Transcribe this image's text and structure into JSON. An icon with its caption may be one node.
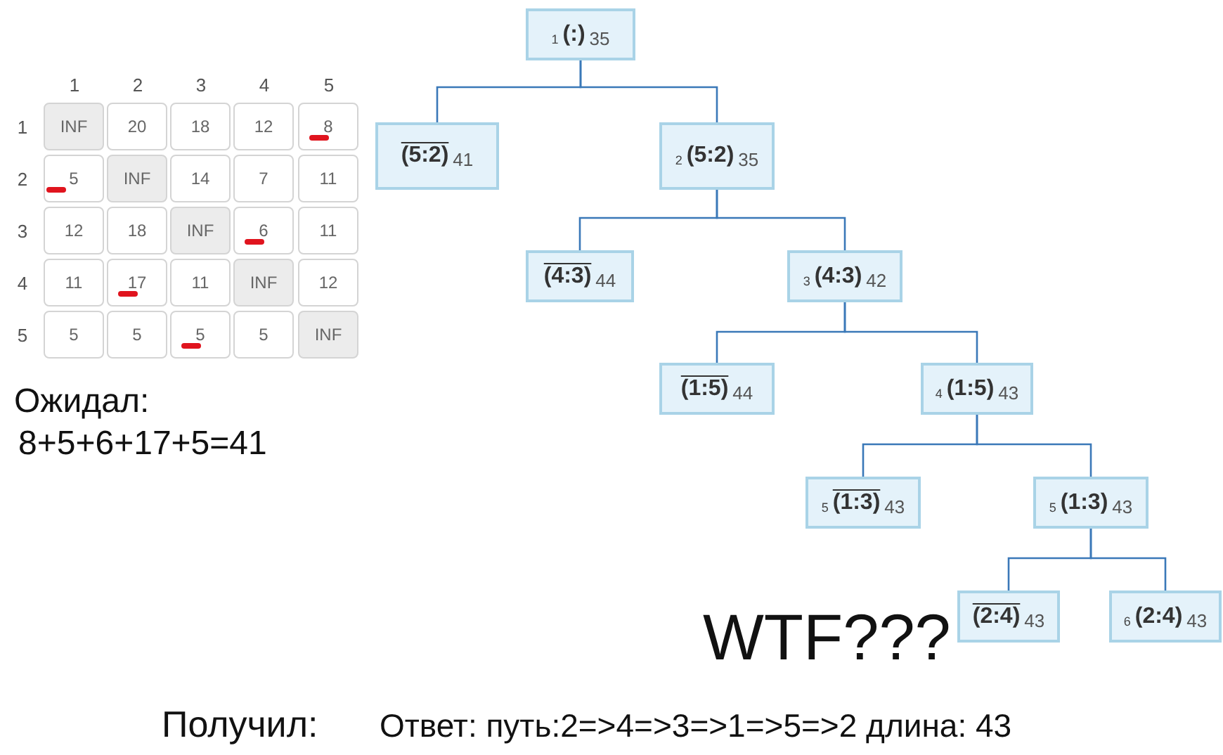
{
  "diagram": {
    "nodes": [
      {
        "text": [
          "1",
          "(:)",
          "35"
        ]
      },
      {
        "text": [
          "(5:2)",
          "41"
        ]
      },
      {
        "text": [
          "2",
          "(5:2)",
          "35"
        ]
      },
      {
        "text": [
          "(4:3)",
          "44"
        ]
      },
      {
        "text": [
          "3",
          "(4:3)",
          "42"
        ]
      },
      {
        "text": [
          "(1:5)",
          "44"
        ]
      },
      {
        "text": [
          "4",
          "(1:5)",
          "43"
        ]
      },
      {
        "text": [
          "5",
          "(1:3)",
          "43"
        ]
      },
      {
        "text": [
          "5",
          "(1:3)",
          "43"
        ]
      },
      {
        "text": [
          "(2:4)",
          "43"
        ]
      },
      {
        "text": [
          "6",
          "(2:4)",
          "43"
        ]
      }
    ],
    "edges": [
      {
        "from": 0,
        "to": 1,
        "arrow": "none"
      },
      {
        "from": 0,
        "to": 2,
        "arrow": "none"
      },
      {
        "from": 2,
        "to": 3,
        "arrow": "none"
      },
      {
        "from": 2,
        "to": 4,
        "arrow": "none"
      },
      {
        "from": 4,
        "to": 5,
        "arrow": "none"
      },
      {
        "from": 4,
        "to": 6,
        "arrow": "none"
      },
      {
        "from": 6,
        "to": 7,
        "arrow": "none"
      },
      {
        "from": 6,
        "to": 8,
        "arrow": "none"
      },
      {
        "from": 8,
        "to": 9,
        "arrow": "none"
      },
      {
        "from": 8,
        "to": 10,
        "arrow": "none"
      }
    ],
    "labels": [
      "1",
      "2",
      "3",
      "4",
      "5",
      "1",
      "INF",
      "20",
      "18",
      "12",
      "8",
      "2",
      "5",
      "INF",
      "14",
      "7",
      "11",
      "3",
      "12",
      "18",
      "INF",
      "6",
      "11",
      "4",
      "11",
      "17",
      "11",
      "INF",
      "12",
      "5",
      "5",
      "5",
      "5",
      "5",
      "INF",
      "Ожидал:",
      "8+5+6+17+5=41",
      "WTF???",
      "Получил:",
      "Ответ: путь:2=>4=>3=>1=>5=>2 длина: 43"
    ]
  }
}
